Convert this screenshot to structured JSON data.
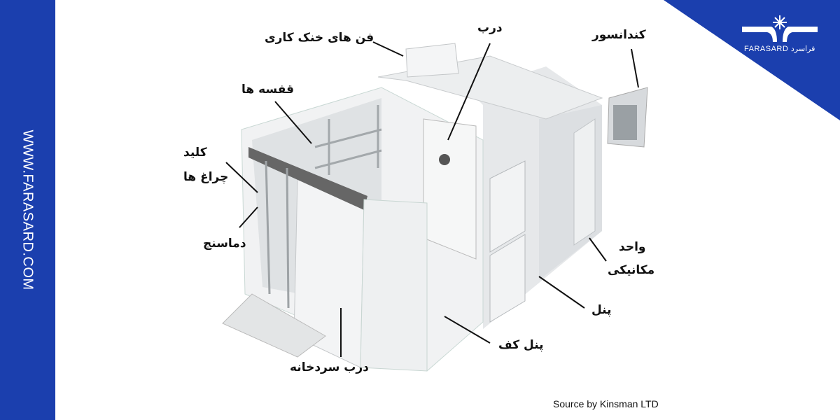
{
  "brand": {
    "website": "WWW.FARASARD.COM",
    "logo_text": "FARASARD فراسرد",
    "color": "#1b3fae"
  },
  "labels": {
    "cooling_fans": "فن های خنک کاری",
    "door": "درب",
    "condenser": "کندانسور",
    "shelves": "قفسه ها",
    "switch": "کلید",
    "lights": "چراغ ها",
    "thermometer": "دماسنج",
    "mechanical_unit_1": "واحد",
    "mechanical_unit_2": "مکانیکی",
    "panel": "پنل",
    "floor_panel": "پنل کف",
    "cold_room_door": "درب سردخانه"
  },
  "source": "Source by Kinsman LTD"
}
